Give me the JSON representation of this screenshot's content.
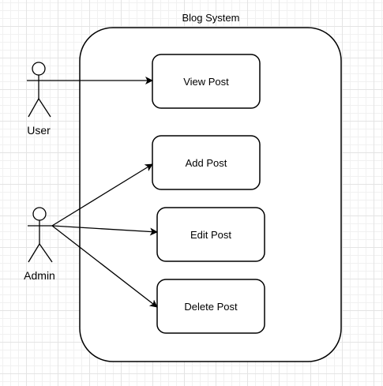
{
  "system": {
    "title": "Blog System"
  },
  "actors": {
    "user": {
      "name": "User"
    },
    "admin": {
      "name": "Admin"
    }
  },
  "use_cases": {
    "view_post": "View Post",
    "add_post": "Add Post",
    "edit_post": "Edit Post",
    "delete_post": "Delete Post"
  },
  "associations": [
    {
      "from": "user",
      "to": "view_post"
    },
    {
      "from": "admin",
      "to": "add_post"
    },
    {
      "from": "admin",
      "to": "edit_post"
    },
    {
      "from": "admin",
      "to": "delete_post"
    }
  ]
}
